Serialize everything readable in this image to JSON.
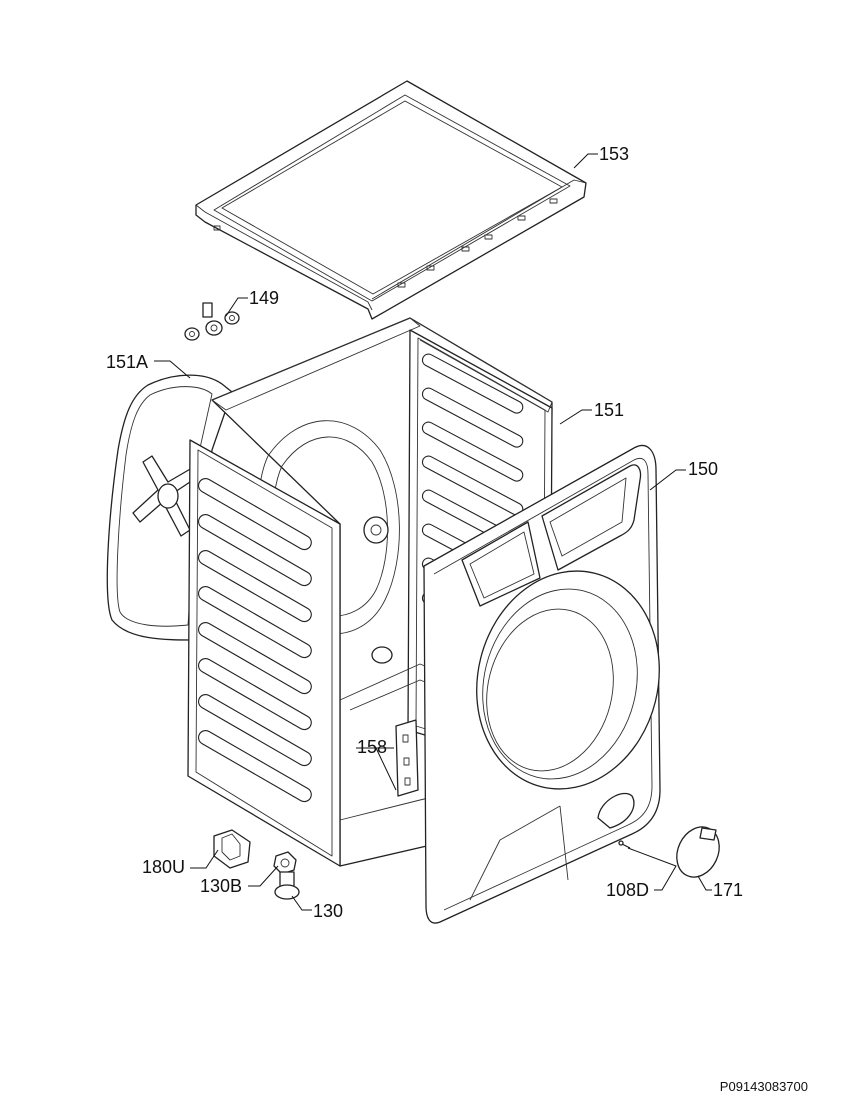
{
  "diagram": {
    "part_labels": {
      "p153": "153",
      "p149": "149",
      "p151A": "151A",
      "p151": "151",
      "p150": "150",
      "p158": "158",
      "p180U": "180U",
      "p130B": "130B",
      "p130": "130",
      "p108D": "108D",
      "p171": "171"
    },
    "reference_code": "P09143083700"
  }
}
